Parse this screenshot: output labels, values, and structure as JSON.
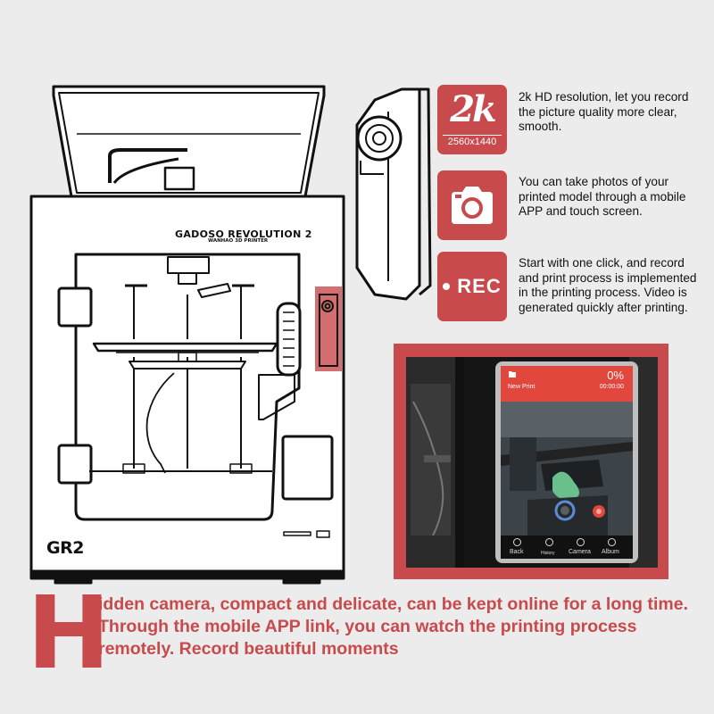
{
  "product": {
    "brand": "GADOSO REVOLUTION 2",
    "sub_brand": "WANHAO 3D PRINTER",
    "model": "GR2"
  },
  "features": [
    {
      "icon": "2k-icon",
      "badge": "2k",
      "badge_sub": "2560x1440",
      "text": "2k HD resolution, let you record the picture quality more clear, smooth."
    },
    {
      "icon": "camera-icon",
      "text": "You can take photos of your printed model through a mobile APP and touch screen."
    },
    {
      "icon": "rec-icon",
      "badge": "REC",
      "text": "Start with one click, and record and print process is implemented in the printing process. Video is generated quickly after printing."
    }
  ],
  "phone_app": {
    "top_label": "New Print",
    "progress": "0%",
    "elapsed": "00:00:00",
    "nav": [
      "Back",
      "History",
      "Camera",
      "Album"
    ]
  },
  "description": {
    "drop_cap": "H",
    "text": "idden camera, compact and delicate, can be kept online for a long time. Through the mobile APP link, you can watch the printing process remotely. Record beautiful moments"
  },
  "colors": {
    "accent": "#c94a4c",
    "background": "#ececec",
    "app_bar": "#e2473e"
  }
}
